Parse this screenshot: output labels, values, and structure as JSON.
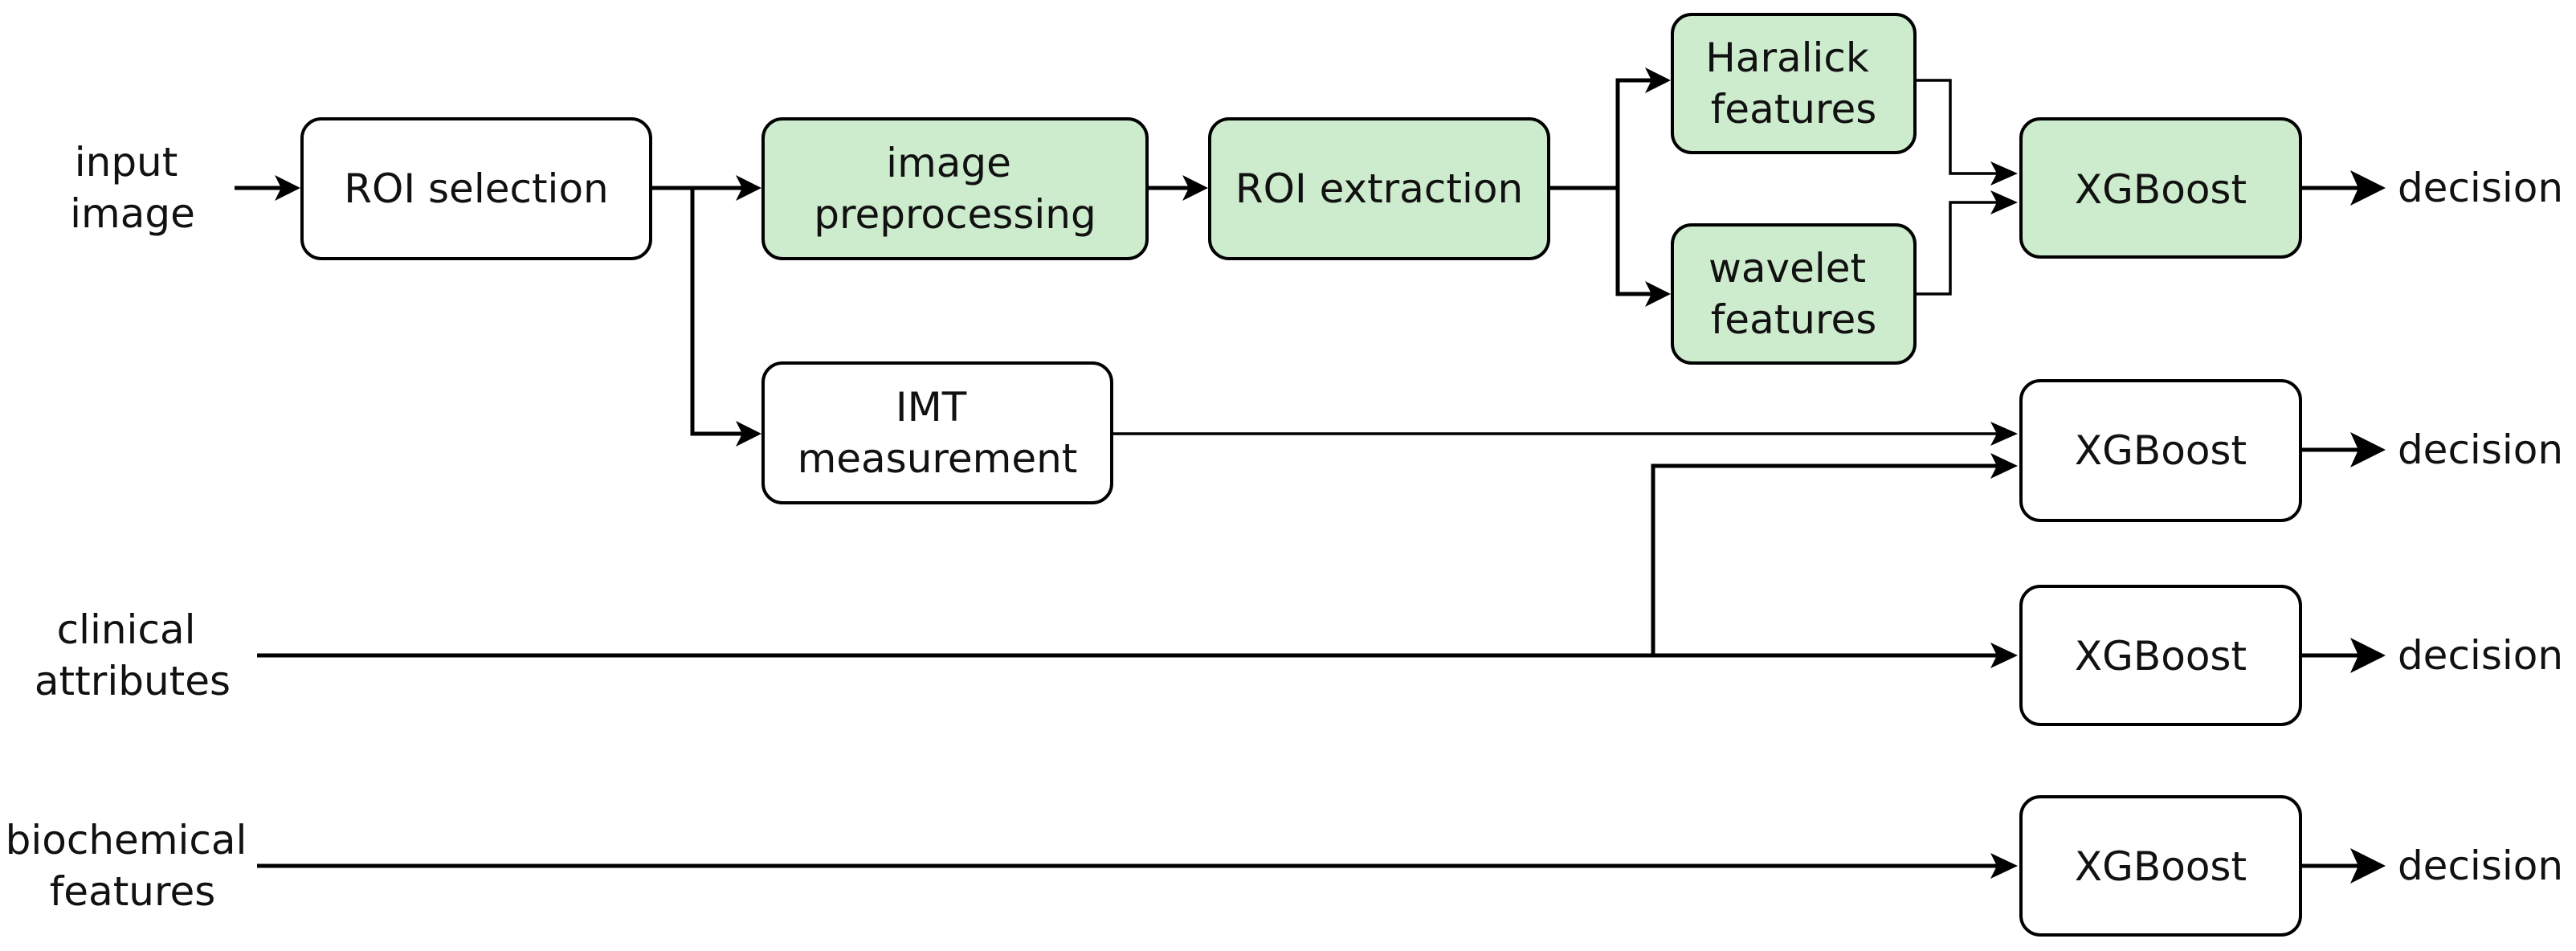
{
  "colors": {
    "green_fill": "#cdebcd",
    "white_fill": "#ffffff",
    "stroke": "#000000"
  },
  "labels": {
    "input_image": [
      "input",
      "image"
    ],
    "clinical_attributes": [
      "clinical",
      "attributes"
    ],
    "biochemical_features": [
      "biochemical",
      "features"
    ],
    "decision_1": "decision",
    "decision_2": "decision",
    "decision_3": "decision",
    "decision_4": "decision"
  },
  "nodes": {
    "roi_selection": [
      "ROI selection"
    ],
    "image_preprocessing": [
      "image",
      "preprocessing"
    ],
    "roi_extraction": [
      "ROI extraction"
    ],
    "haralick_features": [
      "Haralick",
      "features"
    ],
    "wavelet_features": [
      "wavelet",
      "features"
    ],
    "xgboost_1": [
      "XGBoost"
    ],
    "imt_measurement": [
      "IMT",
      "measurement"
    ],
    "xgboost_2": [
      "XGBoost"
    ],
    "xgboost_3": [
      "XGBoost"
    ],
    "xgboost_4": [
      "XGBoost"
    ]
  }
}
